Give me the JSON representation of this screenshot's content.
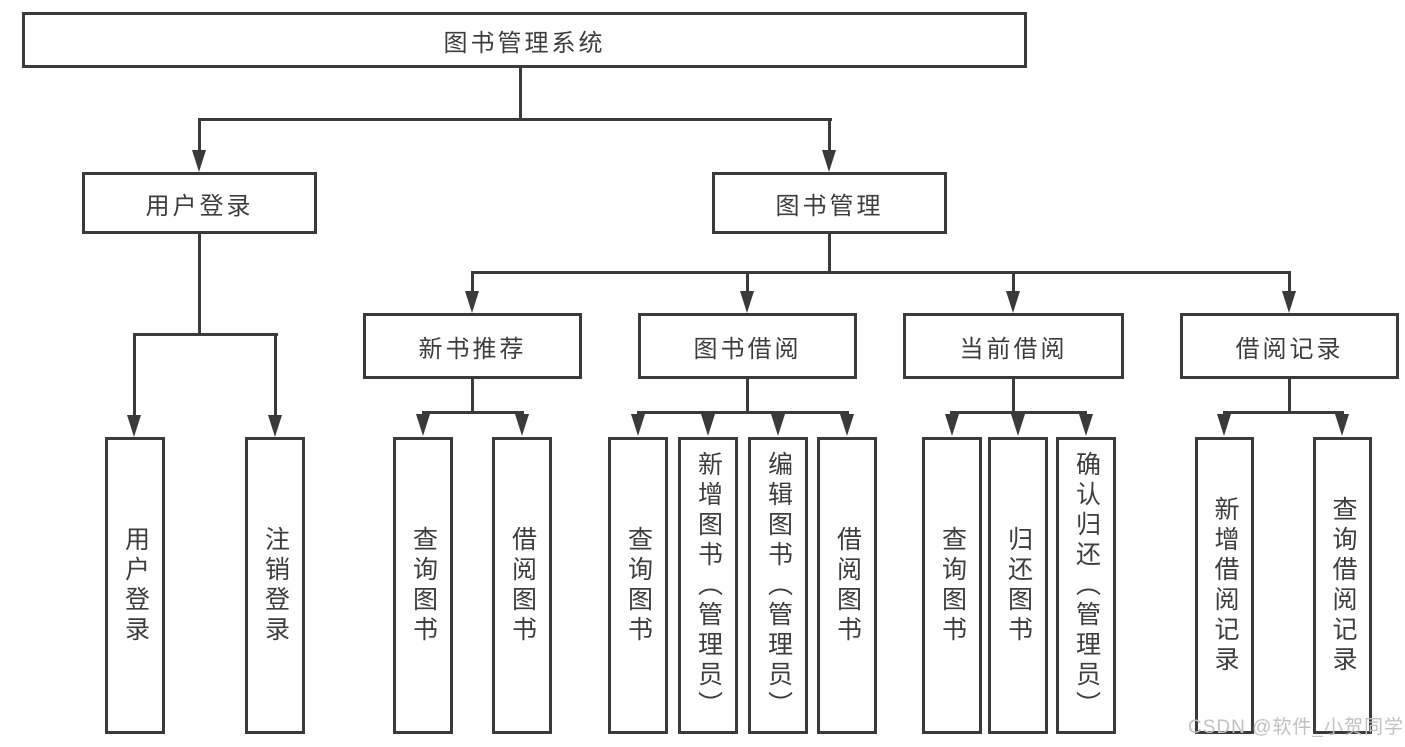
{
  "tree": {
    "root": {
      "label": "图书管理系统"
    },
    "branches": [
      {
        "label": "用户登录",
        "leaves": [
          {
            "label": "用户登录"
          },
          {
            "label": "注销登录"
          }
        ]
      },
      {
        "label": "图书管理",
        "groups": [
          {
            "label": "新书推荐",
            "leaves": [
              {
                "label": "查询图书"
              },
              {
                "label": "借阅图书"
              }
            ]
          },
          {
            "label": "图书借阅",
            "leaves": [
              {
                "label": "查询图书"
              },
              {
                "label": "新增图书（管理员）"
              },
              {
                "label": "编辑图书（管理员）"
              },
              {
                "label": "借阅图书"
              }
            ]
          },
          {
            "label": "当前借阅",
            "leaves": [
              {
                "label": "查询图书"
              },
              {
                "label": "归还图书"
              },
              {
                "label": "确认归还（管理员）"
              }
            ]
          },
          {
            "label": "借阅记录",
            "leaves": [
              {
                "label": "新增借阅记录"
              },
              {
                "label": "查询借阅记录"
              }
            ]
          }
        ]
      }
    ]
  },
  "watermark": "CSDN @软件_小贺同学",
  "colors": {
    "line": "#3a3a3c",
    "border": "#3a3a3c",
    "text": "#3d3d3f",
    "background": "#ffffff",
    "watermark": "#c1c1c1"
  }
}
